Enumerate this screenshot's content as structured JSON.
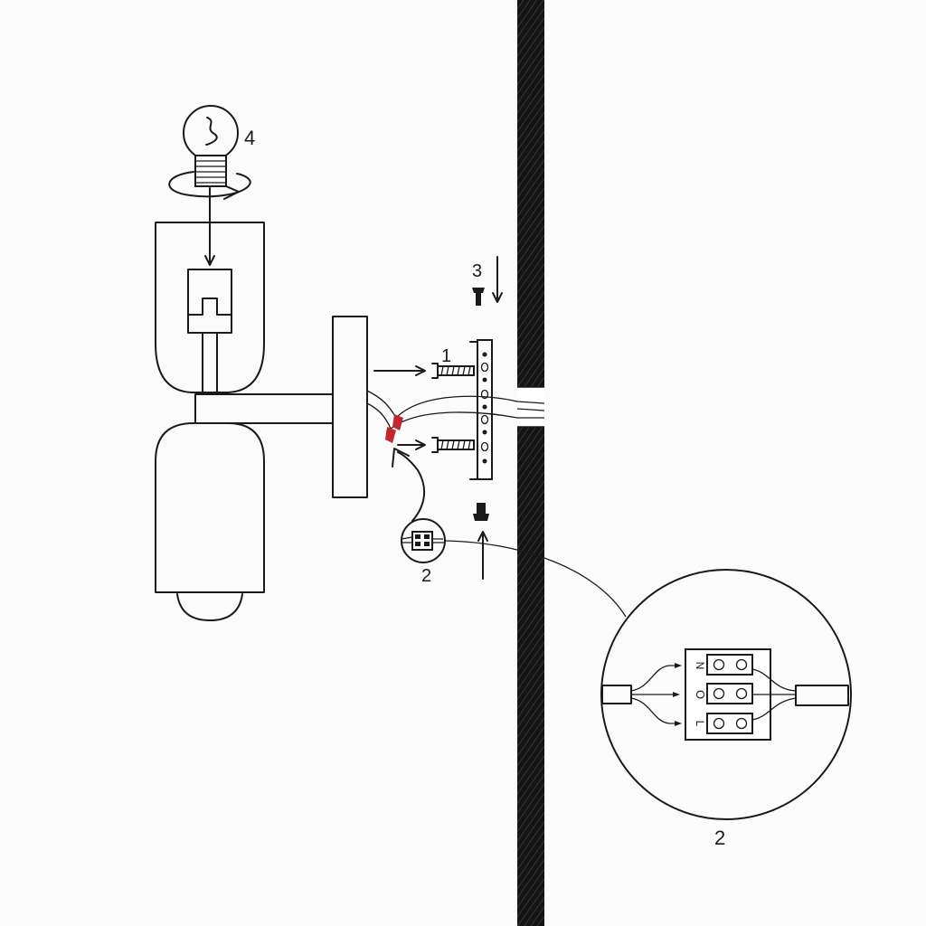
{
  "labels": {
    "step_bulb": "4",
    "step_screw_top": "3",
    "step_screw_side": "1",
    "step_connector": "2",
    "detail_caption": "2"
  },
  "terminal_markings": {
    "top": "N",
    "middle": "O",
    "bottom": "L"
  },
  "colors": {
    "ink": "#1a1a1a",
    "wire_cap": "#c0282d",
    "background": "#fbfbfb"
  }
}
